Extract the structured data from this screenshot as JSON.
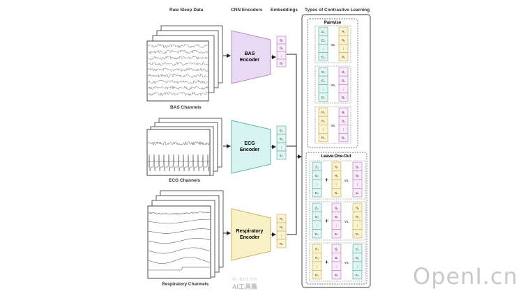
{
  "headers": {
    "raw": "Raw Sleep Data",
    "cnn": "CNN Encoders",
    "emb": "Embeddings",
    "types": "Types of Contrastive Learning"
  },
  "channels": {
    "bas": "BAS Channels",
    "ecg": "ECG Channels",
    "resp": "Respiratory Channels"
  },
  "encoders": {
    "bas": [
      "BAS",
      "Encoder"
    ],
    "ecg": [
      "ECG",
      "Encoder"
    ],
    "resp": [
      "Respiratory",
      "Encoder"
    ]
  },
  "embeddings": {
    "bas": [
      "B₁",
      "B₂",
      "⋮",
      "Bₙ"
    ],
    "ecg": [
      "E₁",
      "E₂",
      "⋮",
      "Eₙ"
    ],
    "resp": [
      "R₁",
      "R₂",
      "⋮",
      "Rₙ"
    ]
  },
  "pairwise": {
    "title": "Pairwise",
    "vs": "vs.",
    "rows": [
      {
        "left": [
          "E₁",
          "E₂",
          "⋮",
          "Eₙ"
        ],
        "right": [
          "R₁",
          "R₂",
          "⋮",
          "Rₙ"
        ]
      },
      {
        "left": [
          "E₁",
          "E₂",
          "⋮",
          "Eₙ"
        ],
        "right": [
          "B₁",
          "B₂",
          "⋮",
          "Bₙ"
        ]
      },
      {
        "left": [
          "R₁",
          "R₂",
          "⋮",
          "Rₙ"
        ],
        "right": [
          "B₁",
          "B₂",
          "⋮",
          "Bₙ"
        ]
      }
    ]
  },
  "leave_one_out": {
    "title": "Leave-One-Out",
    "plus": "+",
    "vs": "vs.",
    "rows": [
      {
        "a": [
          "E₁",
          "E₂",
          "⋮",
          "Eₙ"
        ],
        "b": [
          "R₁",
          "R₂",
          "⋮",
          "Rₙ"
        ],
        "c": [
          "B₁",
          "B₂",
          "⋮",
          "Bₙ"
        ]
      },
      {
        "a": [
          "E₁",
          "E₂",
          "⋮",
          "Eₙ"
        ],
        "b": [
          "B₁",
          "B₂",
          "⋮",
          "Bₙ"
        ],
        "c": [
          "R₁",
          "R₂",
          "⋮",
          "Rₙ"
        ]
      },
      {
        "a": [
          "R₁",
          "R₂",
          "⋮",
          "Rₙ"
        ],
        "b": [
          "B₁",
          "B₂",
          "⋮",
          "Bₙ"
        ],
        "c": [
          "E₁",
          "E₂",
          "⋮",
          "Eₙ"
        ]
      }
    ]
  },
  "colors": {
    "bas_fill": "#ead9f2",
    "bas_box": "#fbeaf7",
    "bas_stroke": "#b38cc9",
    "ecg_fill": "#d8f4f0",
    "ecg_box": "#e1f5f1",
    "ecg_stroke": "#5fb3a8",
    "resp_fill": "#f8f0c6",
    "resp_box": "#fbf3cf",
    "resp_stroke": "#c9b659"
  },
  "watermark": {
    "brand": "OpenI.cn",
    "small_line1": "ai-bot.cn",
    "small_line2": "AI工具集"
  }
}
